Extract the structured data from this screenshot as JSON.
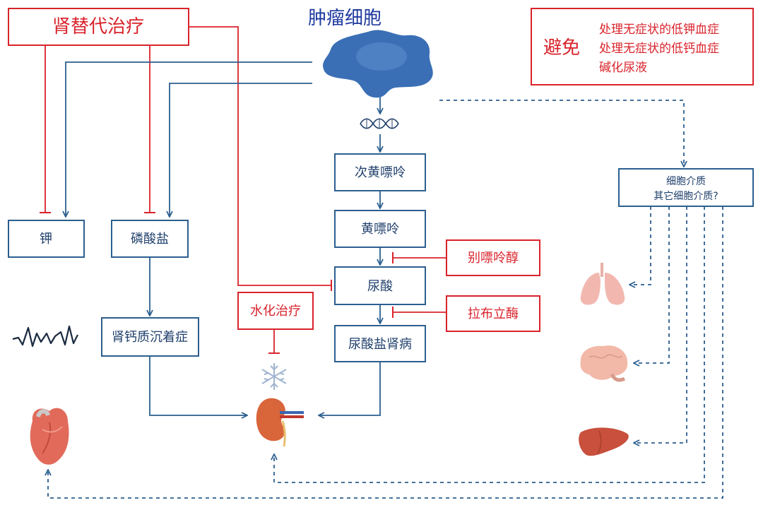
{
  "colors": {
    "blue": "#2b5f8f",
    "red": "#d9232b",
    "title_blue": "#1f3a9f"
  },
  "labels": {
    "renal_replacement": "肾替代治疗",
    "tumor_cell": "肿瘤细胞",
    "avoid_title": "避免",
    "avoid_items": [
      "处理无症状的低钾血症",
      "处理无症状的低钙血症",
      "碱化尿液"
    ],
    "hypoxanthine": "次黄嘌呤",
    "xanthine": "黄嘌呤",
    "uric_acid": "尿酸",
    "urate_nephropathy": "尿酸盐肾病",
    "allopurinol": "别嘌呤醇",
    "rasburicase": "拉布立酶",
    "hydration": "水化治疗",
    "potassium": "钾",
    "phosphate": "磷酸盐",
    "nephrocalcinosis": "肾钙质沉着症",
    "cytokines_line1": "细胞介质",
    "cytokines_line2": "其它细胞介质?"
  },
  "icons": [
    "tumor-cell-icon",
    "dna-icon",
    "ecg-icon",
    "heart-icon",
    "kidney-icon",
    "snowflake-icon",
    "lungs-icon",
    "brain-icon",
    "liver-icon"
  ]
}
